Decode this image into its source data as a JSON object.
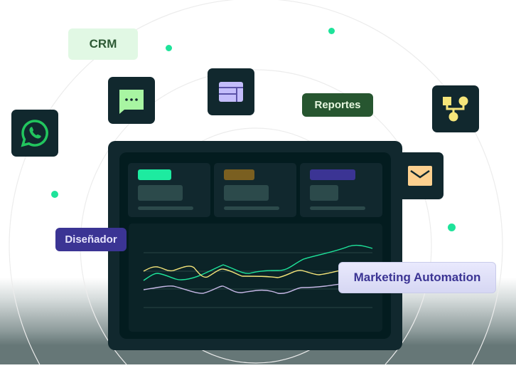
{
  "labels": {
    "crm": "CRM",
    "reportes": "Reportes",
    "disenador": "Diseñador",
    "marketing": "Marketing Automation"
  },
  "icons": [
    "whatsapp-icon",
    "chat-bubble-icon",
    "layout-icon",
    "workflow-icon",
    "mail-icon"
  ],
  "colors": {
    "dark": "#11282e",
    "green": "#1ee39a",
    "yellow": "#f5e57a",
    "purple": "#3b3494",
    "lavender": "#c7c0f2"
  },
  "cards": [
    {
      "tag_color": "#1deba0"
    },
    {
      "tag_color": "#7a5f20"
    },
    {
      "tag_color": "#3b3494"
    }
  ]
}
